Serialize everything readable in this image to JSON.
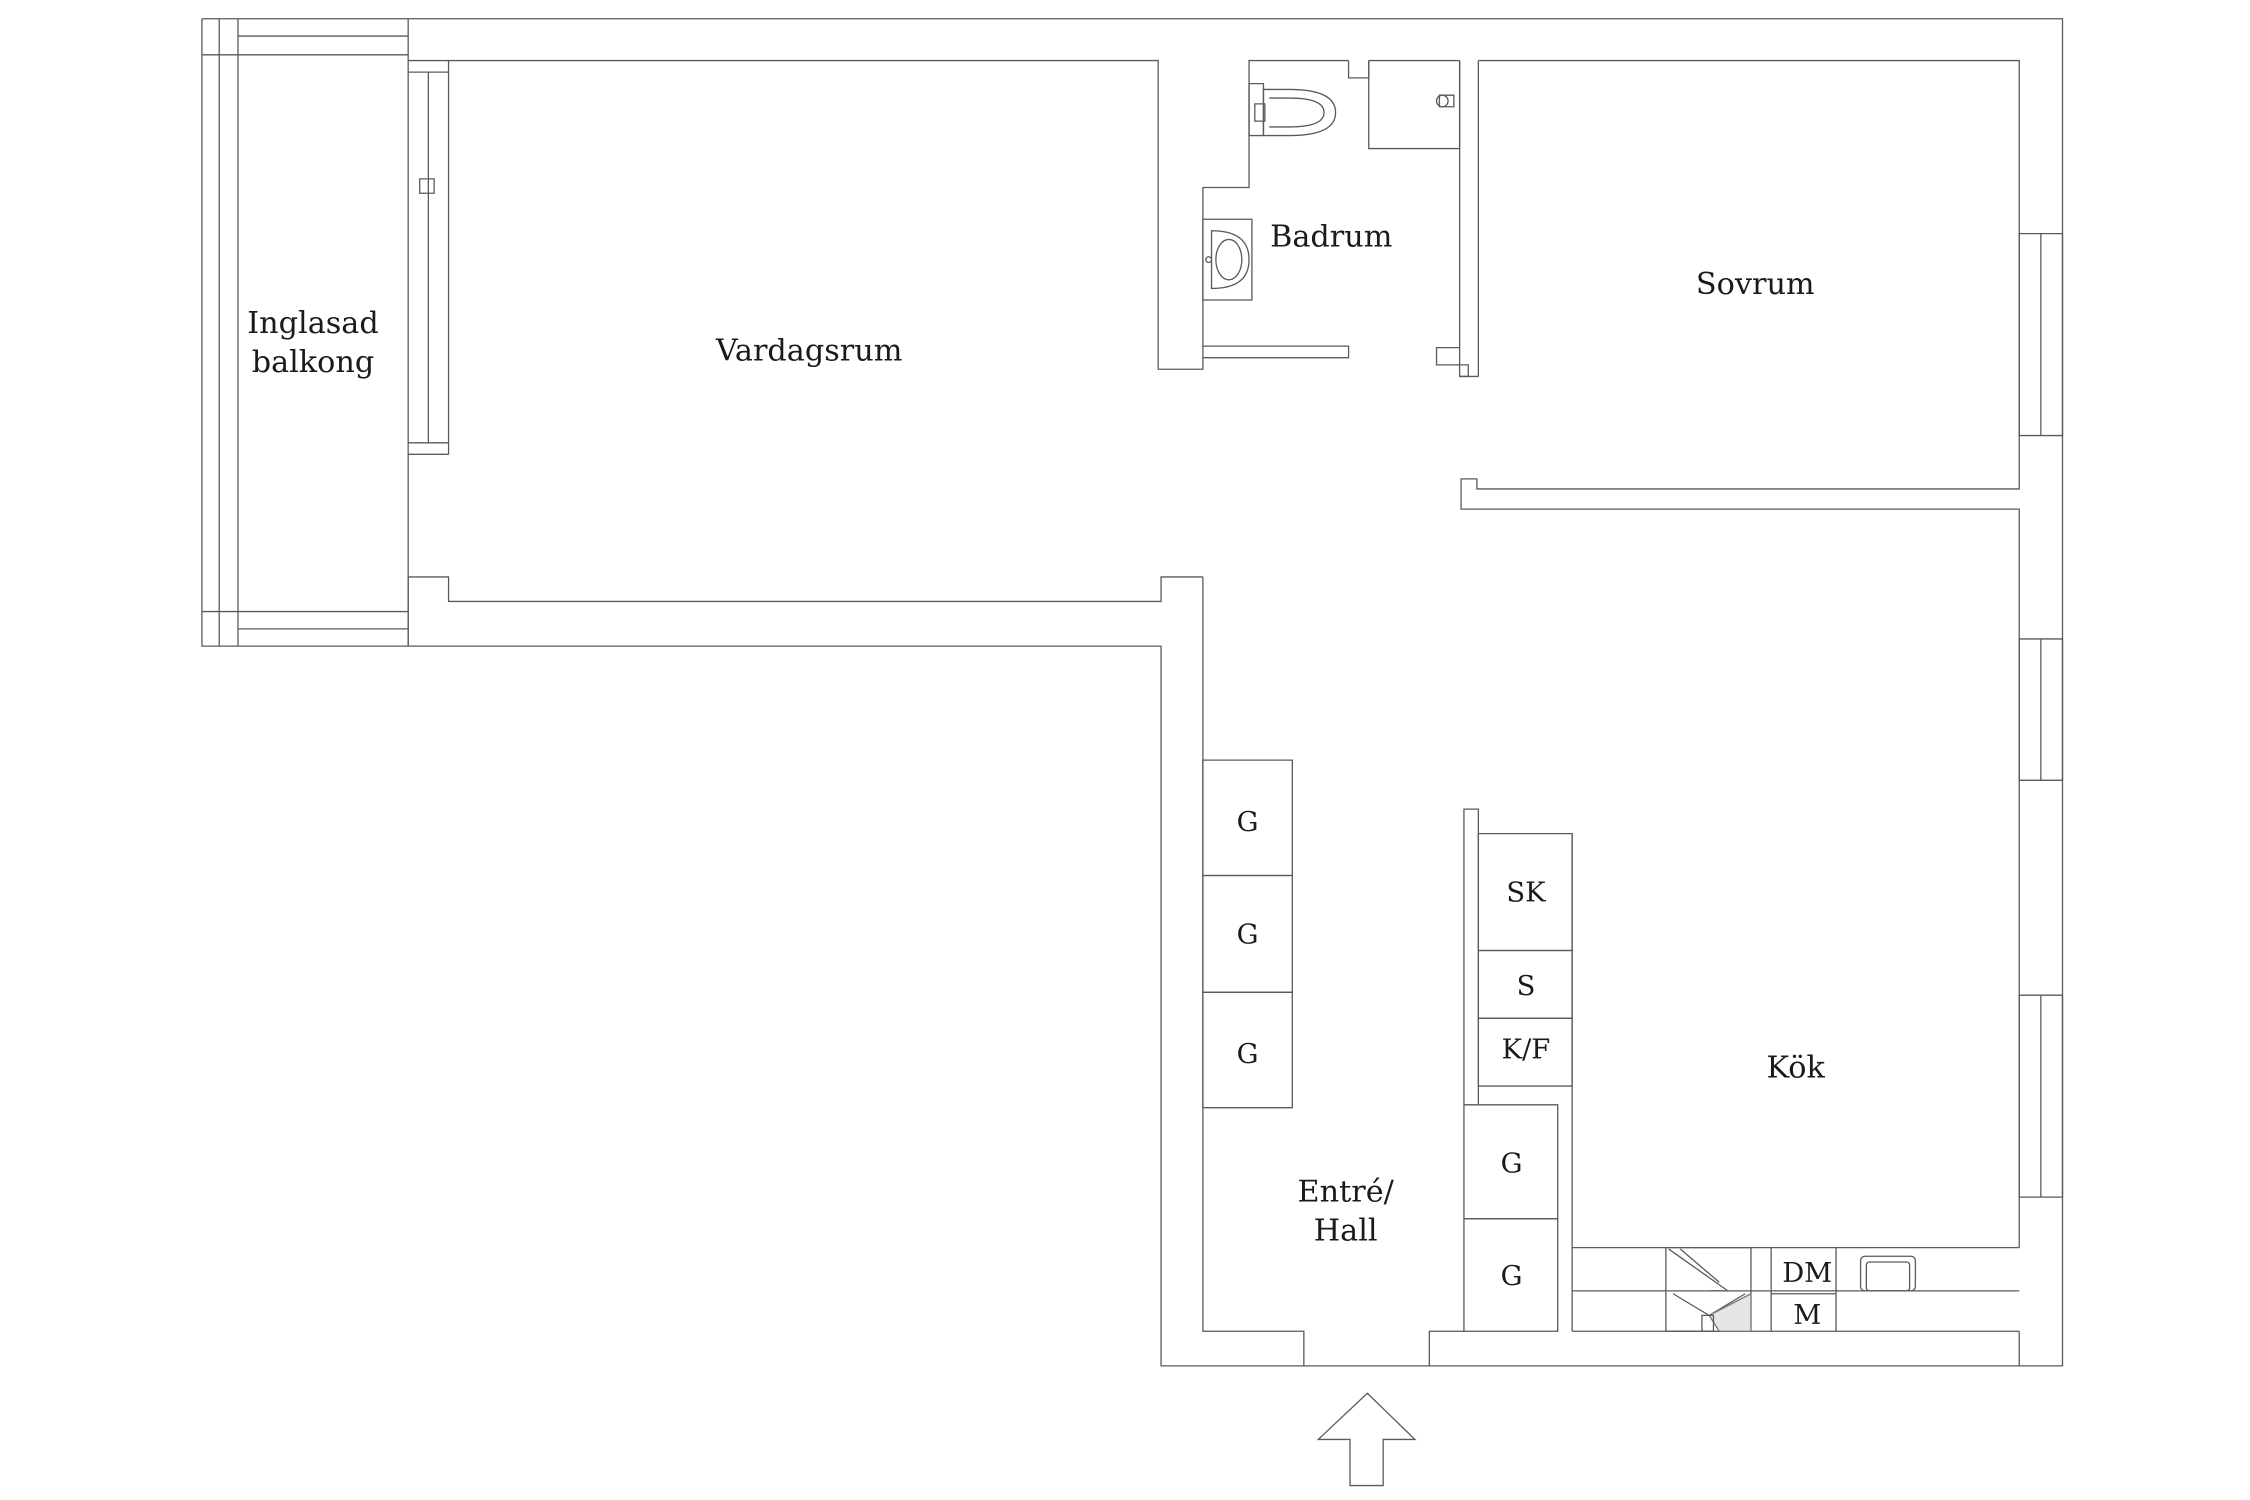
{
  "rooms": {
    "balcony": {
      "line1": "Inglasad",
      "line2": "balkong"
    },
    "living": "Vardagsrum",
    "bath": "Badrum",
    "bedroom": "Sovrum",
    "kitchen": "Kök",
    "hall": {
      "line1": "Entré/",
      "line2": "Hall"
    }
  },
  "units": {
    "wardrobe": "G",
    "tall_cabinet": "SK",
    "freezer": "S",
    "fridge_freezer": "K/F",
    "dishwasher": "DM",
    "microwave": "M"
  },
  "colors": {
    "line": "#5a5a5a",
    "text": "#1a1a1a",
    "background": "#ffffff"
  }
}
